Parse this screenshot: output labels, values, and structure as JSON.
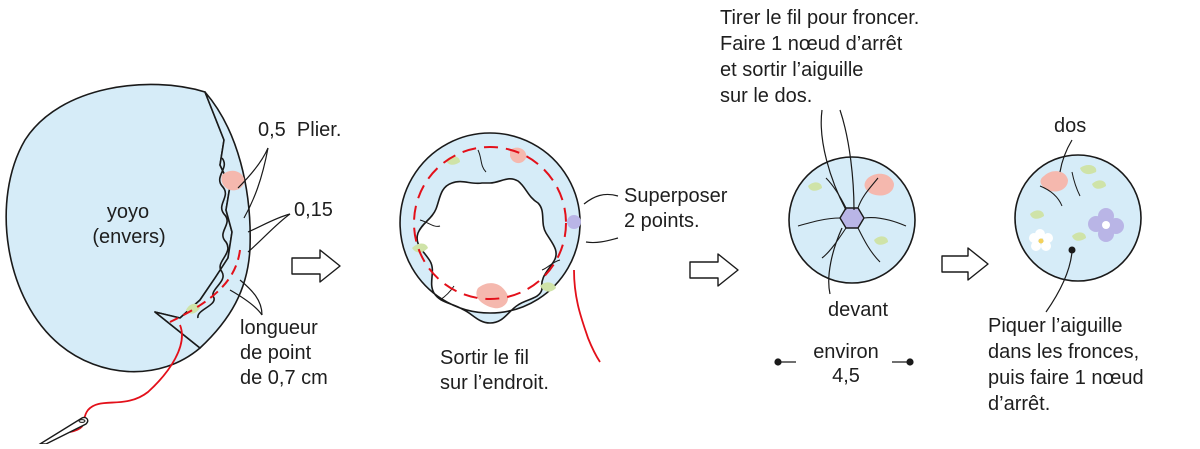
{
  "colors": {
    "fabric": "#d6ecf8",
    "outline": "#1a1a1a",
    "thread": "#e3101a",
    "flower_pink": "#f5b8ae",
    "leaf_green": "#cfe3a8",
    "flower_purple": "#b9b5e6"
  },
  "step1": {
    "yoyo_label": "yoyo",
    "envers_label": "(envers)",
    "fold_label": "0,5  Plier.",
    "seam_label": "0,15",
    "stitch_length": [
      "longueur",
      "de point",
      "de 0,7 cm"
    ]
  },
  "step2": {
    "overlap_label": [
      "Superposer",
      "2 points."
    ],
    "thread_out_label": [
      "Sortir le fil",
      "sur l’endroit."
    ]
  },
  "step3": {
    "gather_instructions": [
      "Tirer le fil pour froncer.",
      "Faire 1 nœud d’arrêt",
      "et sortir l’aiguille",
      "sur le dos."
    ],
    "front_label": "devant",
    "size_label": "environ",
    "size_value": "4,5"
  },
  "step4": {
    "back_label": "dos",
    "final_instructions": [
      "Piquer l’aiguille",
      "dans les fronces,",
      "puis faire 1 nœud",
      "d’arrêt."
    ]
  },
  "arrow_icon": "hollow-right-arrow-icon"
}
